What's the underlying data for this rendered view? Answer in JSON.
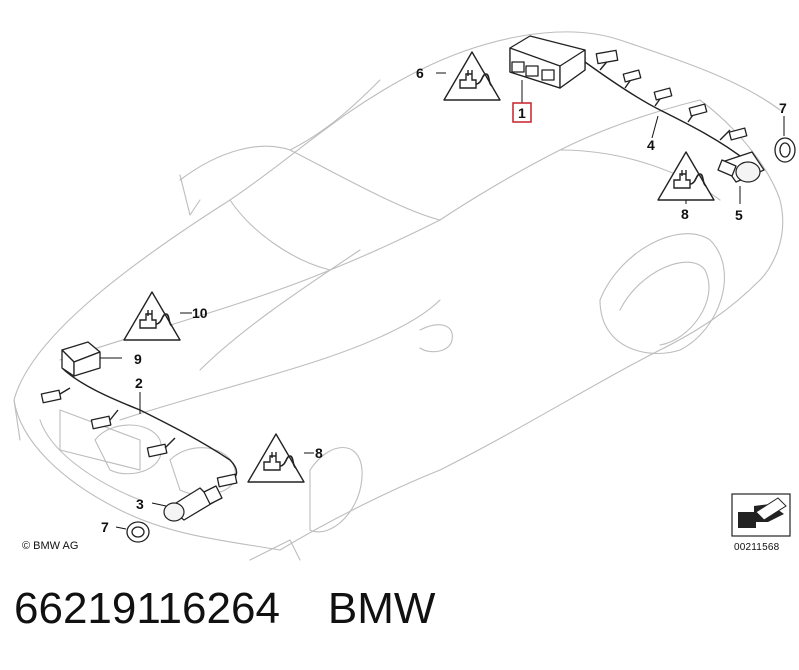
{
  "diagram": {
    "callouts": {
      "c1": "1",
      "c2": "2",
      "c3": "3",
      "c4": "4",
      "c5": "5",
      "c6": "6",
      "c7a": "7",
      "c7b": "7",
      "c8a": "8",
      "c8b": "8",
      "c9": "9",
      "c10": "10"
    },
    "highlight_color": "#c8202a",
    "copyright": "© BMW AG",
    "reference_code": "00211568"
  },
  "caption": {
    "part_number": "66219116264",
    "brand": "BMW"
  }
}
